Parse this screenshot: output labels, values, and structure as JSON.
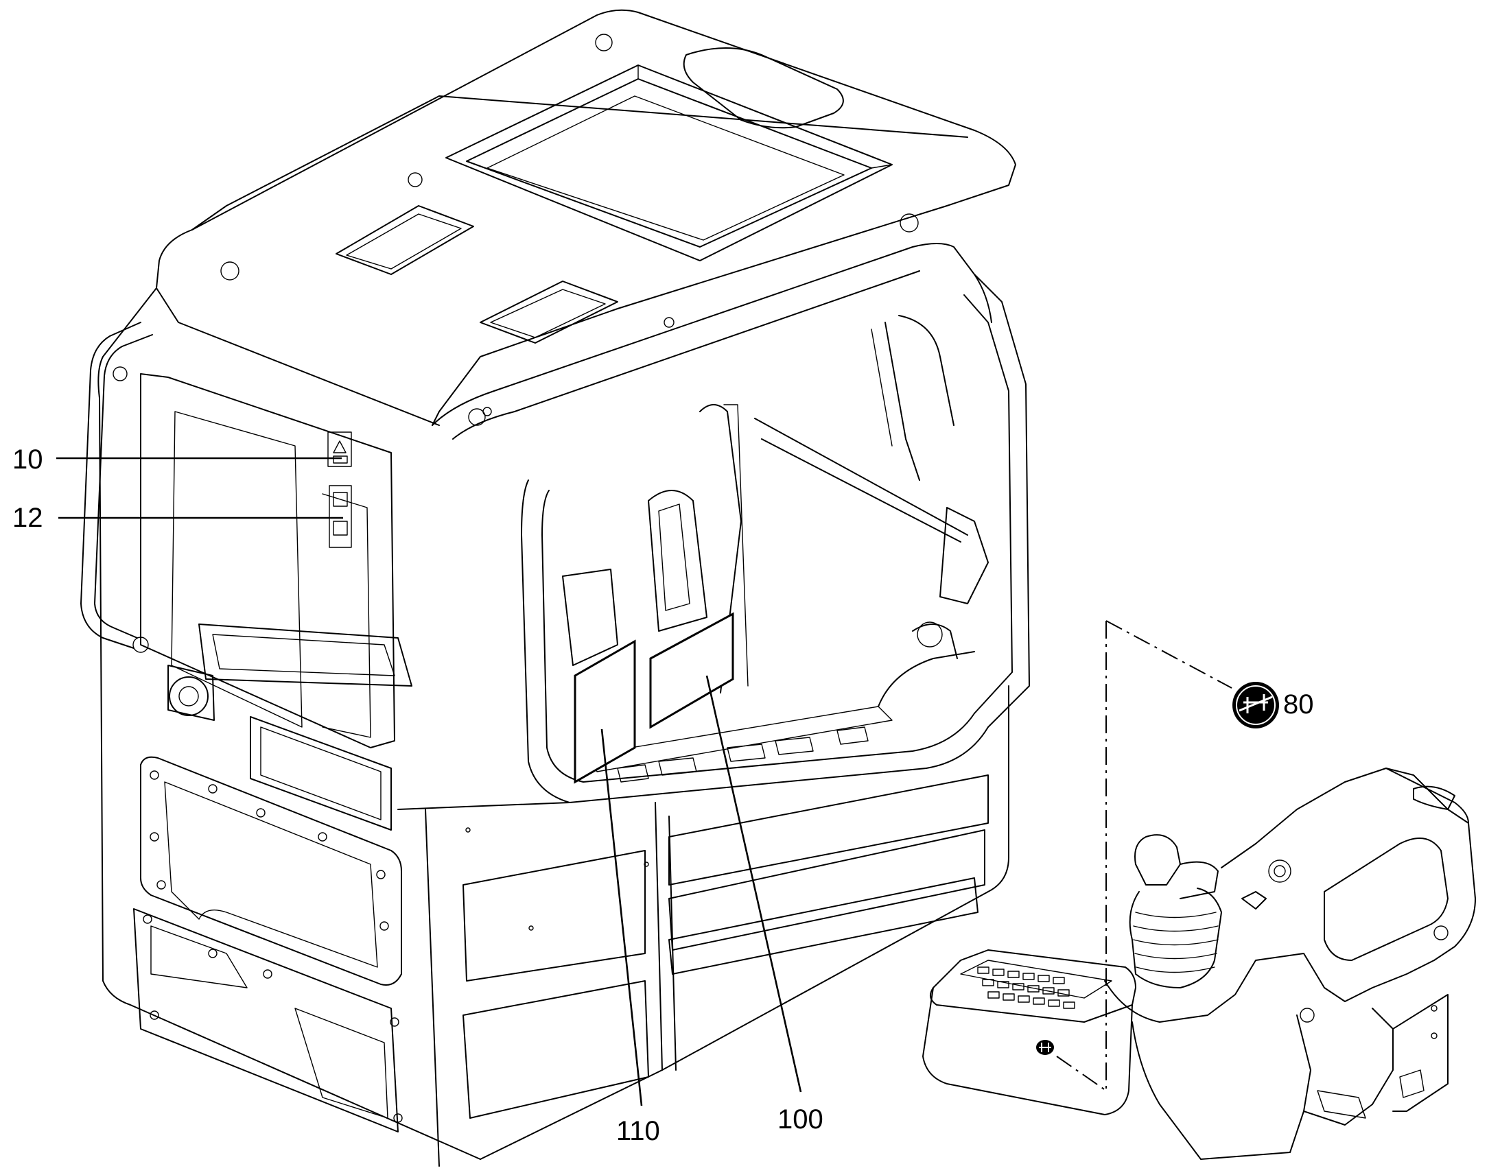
{
  "callouts": {
    "c10": "10",
    "c12": "12",
    "c80": "80",
    "c100": "100",
    "c110": "110"
  },
  "colors": {
    "line": "#000000",
    "background": "#ffffff"
  }
}
